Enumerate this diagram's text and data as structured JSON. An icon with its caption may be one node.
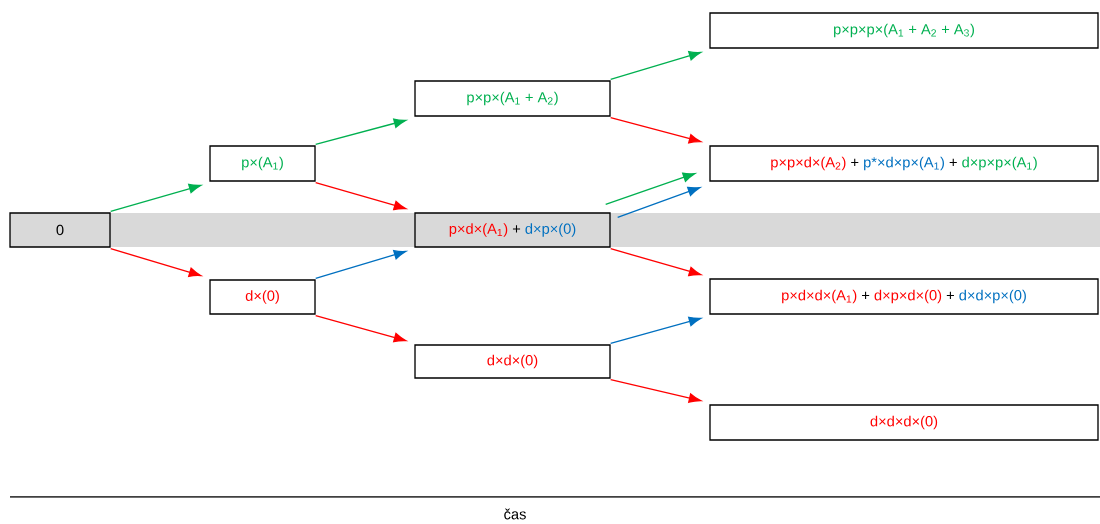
{
  "diagram": {
    "nodes": [
      {
        "text": [
          "0"
        ]
      },
      {
        "text": [
          "p×(A$_{1}$)"
        ]
      },
      {
        "text": [
          "d×(0)"
        ]
      },
      {
        "text": [
          "p×p×(A$_{1}$ + A$_{2}$)"
        ]
      },
      {
        "text": [
          "p×d×(A$_{1}$)",
          "+",
          "d×p×(0)"
        ]
      },
      {
        "text": [
          "d×d×(0)"
        ]
      },
      {
        "text": [
          "p×p×p×(A$_{1}$ + A$_{2}$ + A$_{3}$)"
        ]
      },
      {
        "text": [
          "p×p×d×(A$_{2}$)",
          "+",
          "p*×d×p×(A$_{1}$)",
          "+",
          "d×p×p×(A$_{1}$)"
        ]
      },
      {
        "text": [
          "p×d×d×(A$_{1}$)",
          "+",
          "d×p×d×(0)",
          "+",
          "d×d×p×(0)"
        ]
      },
      {
        "text": [
          "d×d×d×(0)"
        ]
      }
    ],
    "edges": [
      {
        "from": 0,
        "to": 1,
        "arrow": "to",
        "color": "#00b050"
      },
      {
        "from": 0,
        "to": 2,
        "arrow": "to"
      },
      {
        "from": 1,
        "to": 3,
        "arrow": "to",
        "color": "#00b050"
      },
      {
        "from": 1,
        "to": 4,
        "arrow": "to"
      },
      {
        "from": 2,
        "to": 4,
        "arrow": "to",
        "color": "#0070c0"
      },
      {
        "from": 2,
        "to": 5,
        "arrow": "to"
      },
      {
        "from": 3,
        "to": 6,
        "arrow": "to",
        "color": "#00b050"
      },
      {
        "from": 3,
        "to": 7,
        "arrow": "to"
      },
      {
        "from": 4,
        "to": 7,
        "arrow": "to",
        "color": "#00b050"
      },
      {
        "from": 4,
        "to": 7,
        "arrow": "to",
        "color": "#0070c0"
      },
      {
        "from": 4,
        "to": 8,
        "arrow": "to"
      },
      {
        "from": 5,
        "to": 8,
        "arrow": "to",
        "color": "#0070c0"
      },
      {
        "from": 5,
        "to": 9,
        "arrow": "to"
      }
    ],
    "labels": [
      "čas"
    ]
  }
}
